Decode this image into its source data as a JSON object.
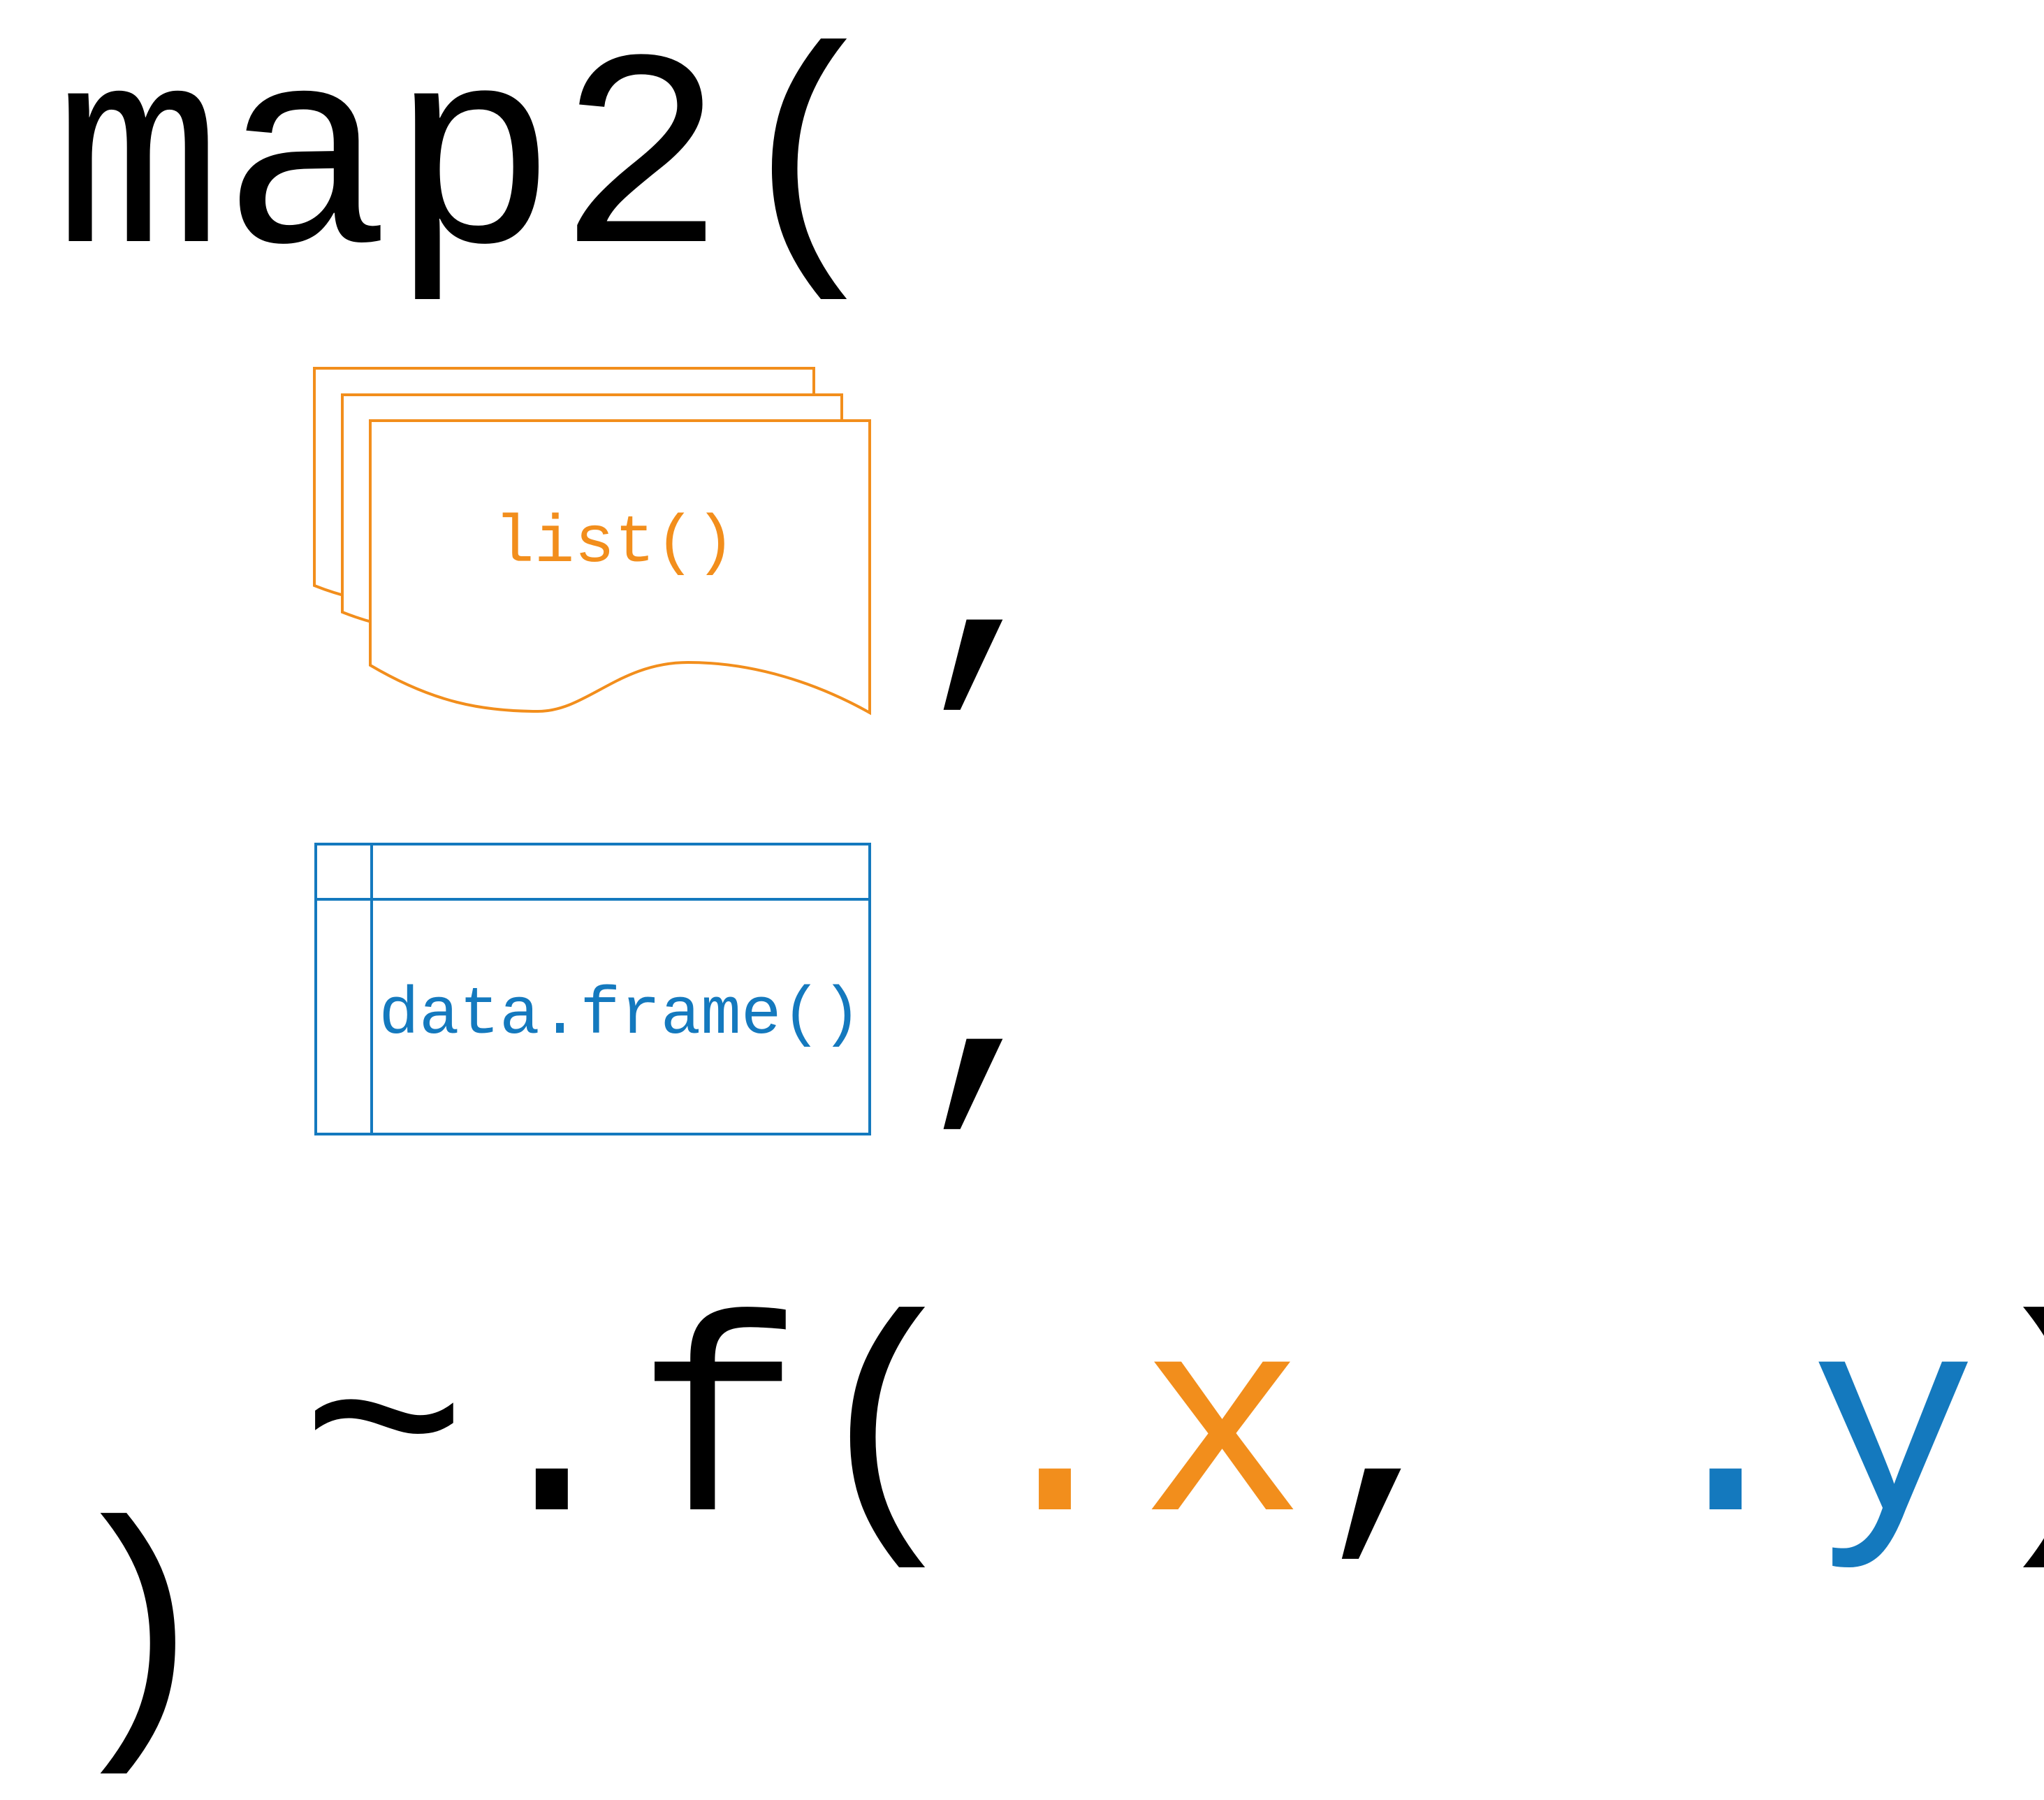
{
  "code": {
    "fn_name": "map2(",
    "comma_1": ",",
    "comma_2": ",",
    "lambda_prefix": "~.f(",
    "arg_x": ".x",
    "arg_sep": ", ",
    "arg_y": ".y",
    "lambda_suffix": ")",
    "fn_close": ")"
  },
  "list_icon": {
    "label": "list()",
    "color": "#F28E1C"
  },
  "dataframe_icon": {
    "label": "data.frame()",
    "color": "#1479BE"
  }
}
